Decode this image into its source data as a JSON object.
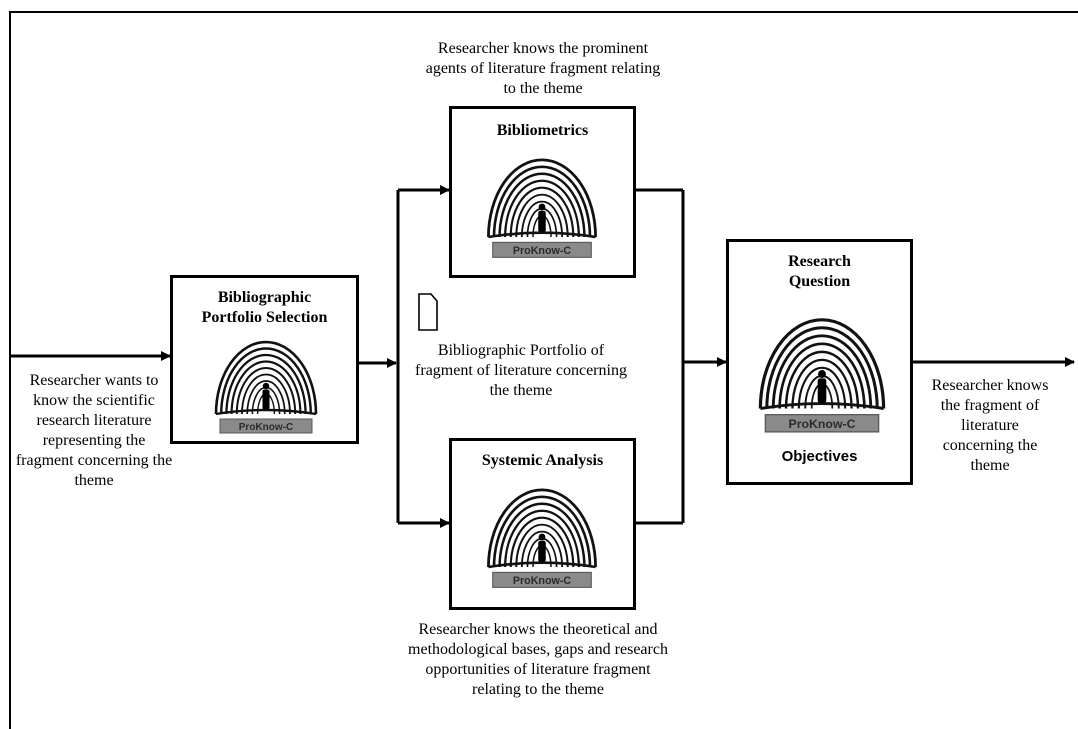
{
  "boxes": {
    "portfolio": {
      "title": "Bibliographic Portfolio Selection",
      "logo_text": "ProKnow-C"
    },
    "bibliometrics": {
      "title": "Bibliometrics",
      "logo_text": "ProKnow-C"
    },
    "systemic": {
      "title": "Systemic Analysis",
      "logo_text": "ProKnow-C"
    },
    "research": {
      "title": "Research Question",
      "logo_text": "ProKnow-C",
      "subtitle": "Objectives"
    }
  },
  "notes": {
    "input": "Researcher wants to know the scientific research literature representing the fragment concerning the theme",
    "bibliometrics_top": "Researcher knows the prominent agents of literature fragment relating to the theme",
    "portfolio_output": "Bibliographic Portfolio of fragment of literature concerning the theme",
    "systemic_bottom": "Researcher knows the theoretical and methodological bases, gaps and research opportunities of literature fragment relating to the theme",
    "output": "Researcher knows the fragment of literature concerning the theme"
  },
  "colors": {
    "line": "#000000",
    "logo_band": "#8a8a8a",
    "logo_text": "#2b2b2b"
  }
}
